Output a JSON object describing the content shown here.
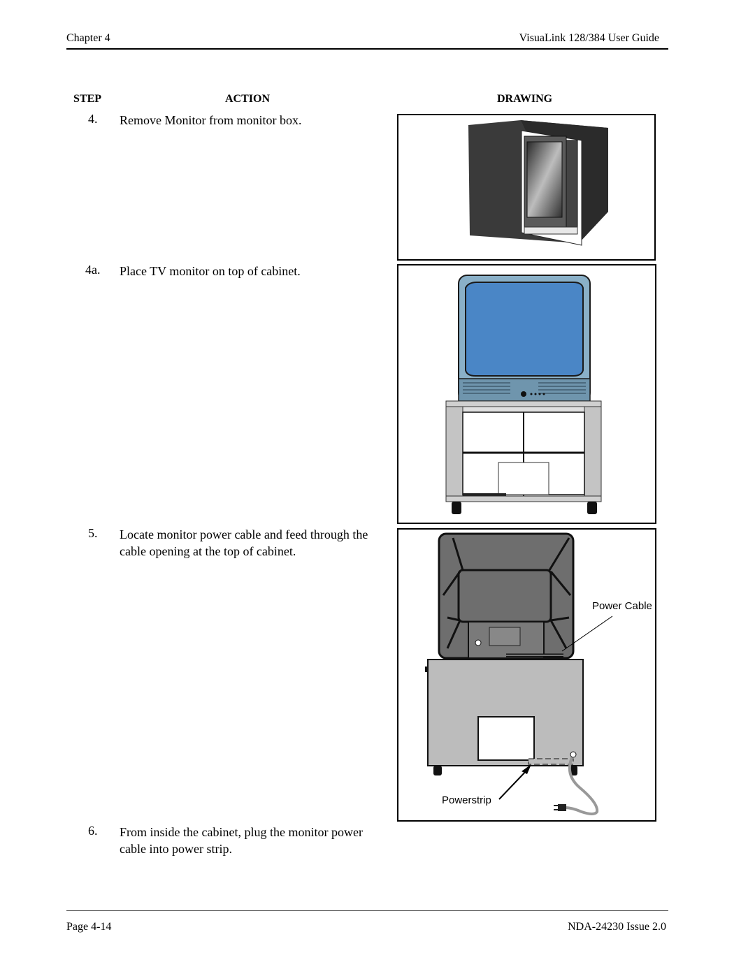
{
  "header": {
    "chapter": "Chapter 4",
    "guide_title": "VisuaLink 128/384 User Guide"
  },
  "columns": {
    "step": "STEP",
    "action": "ACTION",
    "drawing": "DRAWING"
  },
  "steps": [
    {
      "num": "4.",
      "text": "Remove Monitor from monitor box."
    },
    {
      "num": "4a.",
      "text": "Place TV monitor on top of cabinet."
    },
    {
      "num": "5.",
      "text": "Locate monitor power cable and feed through the cable opening at the top of cabinet."
    },
    {
      "num": "6.",
      "text": "From inside the cabinet, plug the monitor power cable into power strip."
    }
  ],
  "drawings": {
    "callouts": {
      "power_cable": "Power Cable",
      "powerstrip": "Powerstrip"
    }
  },
  "footer": {
    "page": "Page 4-14",
    "doc_id": "NDA-24230 Issue 2.0"
  }
}
